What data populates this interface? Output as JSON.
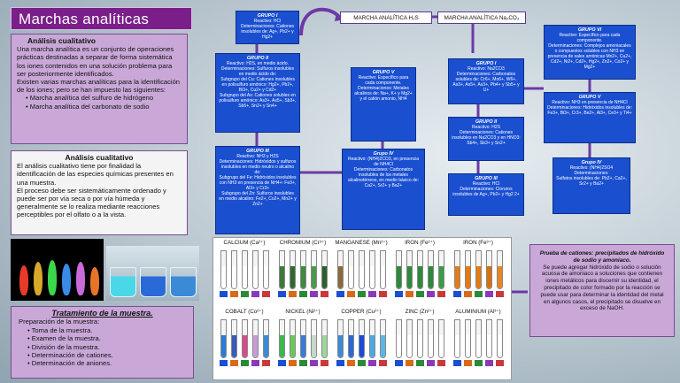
{
  "title": "Marchas analíticas",
  "intro": {
    "heading": "Análisis cualitativo",
    "paragraph1": "Una marcha analítica es un conjunto de operaciones prácticas destinadas a separar de forma sistemática los iones contenidos en una solución problema para ser posteriormente identificados.",
    "paragraph2": "Existen varias marchas analíticas para la identificación de los iones; pero se han impuesto las siguientes:",
    "bullets": [
      "Marcha analítica del sulfuro de hidrógeno",
      "Marcha analítica del carbonato de sodio"
    ]
  },
  "cualitativo": {
    "heading": "Análisis cualitativo",
    "paragraph1": "El análisis cualitativo tiene por finalidad la identificación de las especies químicas presentes en una muestra.",
    "paragraph2": "El proceso debe ser sistemáticamente ordenado y puede ser por vía seca o por vía húmeda y generalmente se lo realiza mediante reacciones perceptibles por el olfato o a la vista."
  },
  "tratamiento": {
    "heading": "Tratamiento de la muestra.",
    "lead": "Preparación de la muestra:",
    "bullets": [
      "Toma de la muestra.",
      "Examen de la muestra.",
      "División de la muestra.",
      "Determinación de cationes.",
      "Determinación de aniones."
    ]
  },
  "h2s": {
    "header": "MARCHA ANALÍTICA H₂S",
    "g1": {
      "title": "GRUPO I",
      "line1": "Reactivo: HCl",
      "line2": "Determinaciones: Cationes insolubles de: Ag+, Pb2+ y Hg2+"
    },
    "g2": {
      "title": "GRUPO II",
      "line1": "Reactivo: H2S, en medio ácido.",
      "line2": "Determinaciones: Sulfuros insolubles en medio ácido de:",
      "line3": "Subgrupo del Cu: Cationes insolubles en polisulfuro amónico: Hg2+, Pb2+, Bi3+, Cu2+ y Cd2+",
      "line4": "Subgrupo del As: Cationes solubles en polisulfuro amónico: As3+, As5+, Sb3+, Sb5+, Sn2+ y Sn4+"
    },
    "g3": {
      "title": "GRUPO III",
      "line1": "Reactivo: NH3 y H2S",
      "line2": "Determinaciones: Hidróxidos y sulfuros insolubles en medio neutro o alcalino de:",
      "line3": "Subgrupo del Fe: Hidróxidos insolubles con NH3 en presencia de NH4+: Fe3+, Al3+ y Cr3+",
      "line4": "Subgrupo del Zn: Sulfuros insolubles en medio alcalino: Fe2+, Co2+, Mn2+ y Zn2+"
    },
    "g4": {
      "title": "Grupo IV",
      "line1": "Reactivo: (NH4)2CO3, en presencia de NH4Cl",
      "line2": "Determinaciones: Carbonatos insolubles de los metales alcalinotérreos, en medio básico de: Ca2+, Sr2+ y Ba2+"
    },
    "g5": {
      "title": "GRUPO V",
      "line1": "Reactivo: Específico para cada componente.",
      "line2": "Determinaciones: Metales alcalinos de: Na+, K+ y Mg2+ y el catión amonio, NH4"
    }
  },
  "na2co3": {
    "header": "MARCHA ANALÍTICA Na₂CO₃",
    "g1": {
      "title": "GRUPO I",
      "line1": "Reactivo: Na2CO3",
      "line2": "Determinaciones: Carbonatos solubles de: Cr6+, Mo6+, W6+, As3+, As5+, As3+, Pb4+ y Sb5+ y U+"
    },
    "g2": {
      "title": "GRUPO II",
      "line1": "Reactivo: H2S",
      "line2": "Determinaciones: Cationes insolubles en Na2CO3 y en HNO3: Sb4+, Sb3+ y Sn2+"
    },
    "g3": {
      "title": "GRUPO III",
      "line1": "Reactivo: HCl",
      "line2": "Determinaciones: Cloruros insolubles de Ag+, Pb2+ y Hg2 2+"
    },
    "g4": {
      "title": "Grupo IV",
      "line1": "Reactivo: (NH4)2SO4",
      "line2": "Determinaciones:",
      "line3": "Sulfatos insolubles de: Pb2+, Ca2+, Sr2+ y Ba2+"
    },
    "g5": {
      "title": "GRUPO V",
      "line1": "Reactivo: NH3 en presencia de NH4Cl",
      "line2": "Determinaciones: Hidróxidos insolubles de: Fe3+, Bi3+, Cr3+, Be2+, Al3+, Ce3+ y Ti4+"
    },
    "g6": {
      "title": "GRUPO VI",
      "line1": "Reactivo: Específico para cada componente.",
      "line2": "Determinaciones: Complejos amoniacales o compuestos solubles con NH3 en presencia de sales amónicas Mn2+, Cu2+, Cd2+, Ni2+, Cd2+, Hg2+, Zn2+, Co2+ y Mg2+"
    }
  },
  "tubes": {
    "row1": [
      {
        "label": "CALCIUM (Ca²⁺)",
        "colors": [
          "#ffffff",
          "#ffffff",
          "#ffffff",
          "#ffffff",
          "#ffffff"
        ]
      },
      {
        "label": "CHROMIUM (Cr³⁺)",
        "colors": [
          "#3a7a3a",
          "#2e6a2e",
          "#3f8a3f",
          "#4a9a4a",
          "#2c5f2c"
        ]
      },
      {
        "label": "MANGANESE (Mn²⁺)",
        "colors": [
          "#8a6a3a",
          "#ffffff",
          "#ffffff",
          "#ffffff",
          "#ffffff"
        ]
      },
      {
        "label": "IRON (Fe²⁺)",
        "colors": [
          "#2e8a3a",
          "#2e8a3a",
          "#2e8a3a",
          "#2e8a3a",
          "#3a9a46"
        ]
      },
      {
        "label": "IRON (Fe³⁺)",
        "colors": [
          "#e67a12",
          "#e67a12",
          "#e67a12",
          "#d8700e",
          "#e88620"
        ]
      }
    ],
    "row2": [
      {
        "label": "COBALT (Co²⁺)",
        "colors": [
          "#2a7ad8",
          "#3a5ab8",
          "#d84a8a",
          "#c89ad8",
          "#3a8ad8"
        ]
      },
      {
        "label": "NICKEL (Ni²⁺)",
        "colors": [
          "#3ab84a",
          "#6ac85a",
          "#3a7ad8",
          "#c8d8c8",
          "#9ad89a"
        ]
      },
      {
        "label": "COPPER (Cu²⁺)",
        "colors": [
          "#3a8ad8",
          "#2a6ad8",
          "#1a4ad8",
          "#4aa8e8",
          "#5ab8e8"
        ]
      },
      {
        "label": "ZINC (Zn²⁺)",
        "colors": [
          "#ffffff",
          "#ffffff",
          "#ffffff",
          "#ffffff",
          "#ffffff"
        ]
      },
      {
        "label": "ALUMINIUM (Al³⁺)",
        "colors": [
          "#ffffff",
          "#ffffff",
          "#ffffff",
          "#ffffff",
          "#ffffff"
        ]
      }
    ]
  },
  "pruebas": {
    "heading": "Prueba de cationes: precipitados de hidróxido de sodio y amoniaco.",
    "body": "Se puede agregar hidróxido de sodio o solución acuosa de amoniaco a soluciones que contienen iones metálicos para discernir su identidad, el precipitado de color formado por la reacción se puede usar para determinar la identidad del metal en algunos casos, el precipitado se disuelve en exceso de NaOH."
  }
}
